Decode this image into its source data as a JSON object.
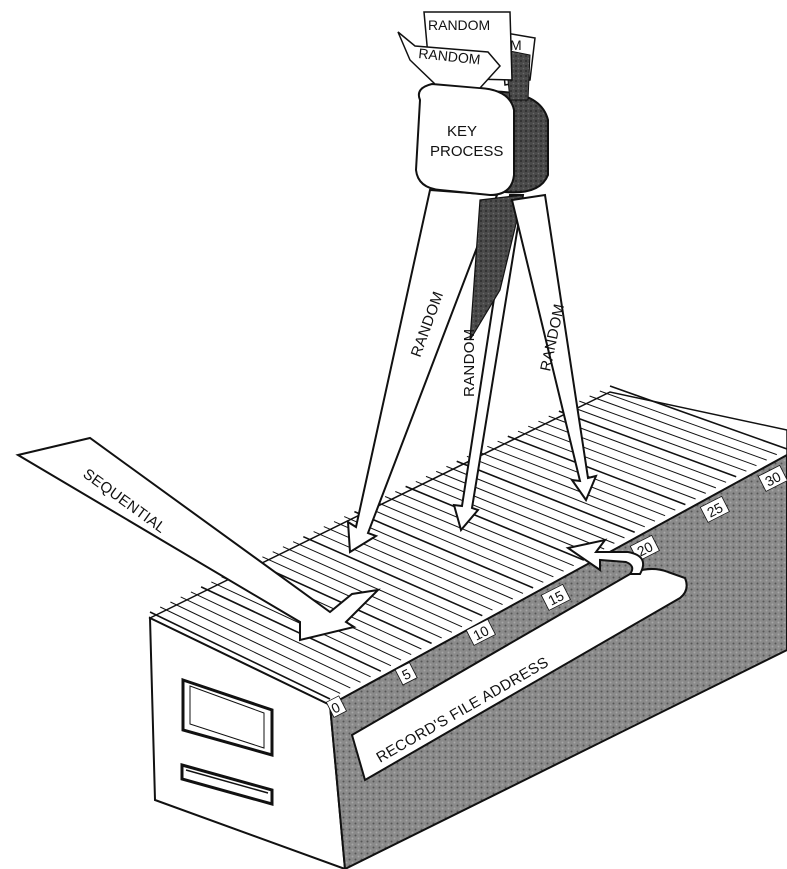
{
  "key_box": {
    "label_line1": "KEY",
    "label_line2": "PROCESS"
  },
  "input_cards": [
    "RANDOM",
    "RANDOM",
    "M"
  ],
  "arrows": {
    "random_1": "RANDOM",
    "random_2": "RANDOM",
    "random_3": "RANDOM",
    "sequential": "SEQUENTIAL",
    "address": "RECORD'S FILE ADDRESS"
  },
  "file_tabs": [
    "0",
    "5",
    "10",
    "15",
    "20",
    "25",
    "30"
  ],
  "colors": {
    "ink": "#111111",
    "drawer_shade": "#6b6b6b",
    "paper": "#ffffff"
  }
}
